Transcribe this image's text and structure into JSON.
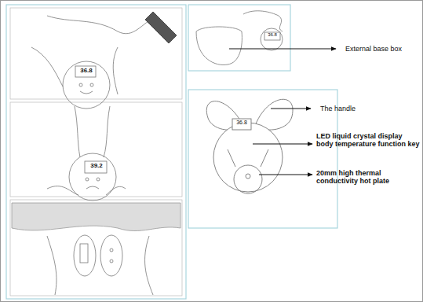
{
  "diagram": {
    "labels": [
      "36.8",
      "39.2",
      "36.8",
      "External base box",
      "The handle",
      "36.8",
      "LED liquid crystal display body temperature function key",
      "20mm high thermal conductivity hot plate"
    ]
  }
}
